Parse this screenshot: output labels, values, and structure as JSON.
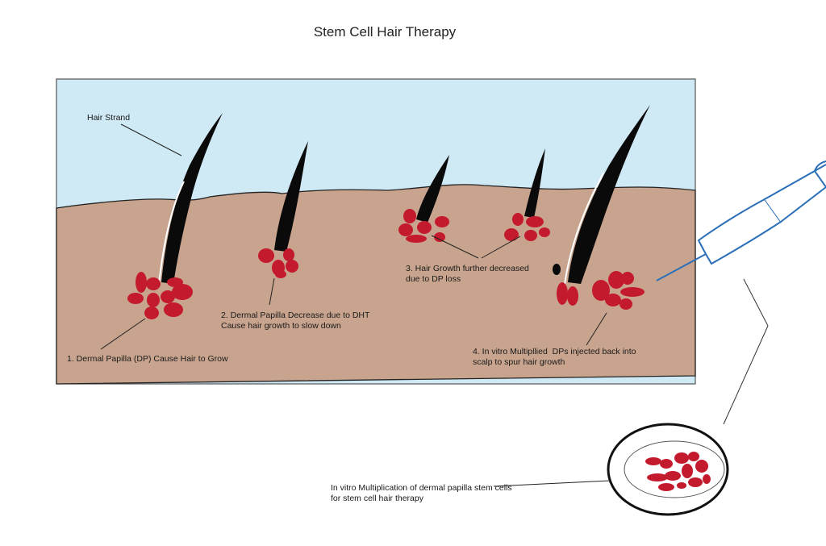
{
  "title": "Stem Cell Hair Therapy",
  "labels": {
    "hair_strand": "Hair Strand",
    "step1": "1. Dermal Papilla (DP) Cause Hair to Grow",
    "step2_line1": "2. Dermal Papilla Decrease due to DHT",
    "step2_line2": "Cause hair growth to slow down",
    "step3_line1": "3. Hair Growth further decreased",
    "step3_line2": "due to DP loss",
    "step4_line1": "4. In vitro Multipllied  DPs injected back into",
    "step4_line2": "scalp to spur hair growth",
    "dish_line1": "In vitro Multiplication of dermal papilla stem cells",
    "dish_line2": "for stem cell hair therapy"
  },
  "colors": {
    "sky": "#cfe9f5",
    "skin": "#c8a48e",
    "cells": "#c41a2e",
    "hair": "#0a0a0a",
    "syringe": "#2a6fb8"
  }
}
